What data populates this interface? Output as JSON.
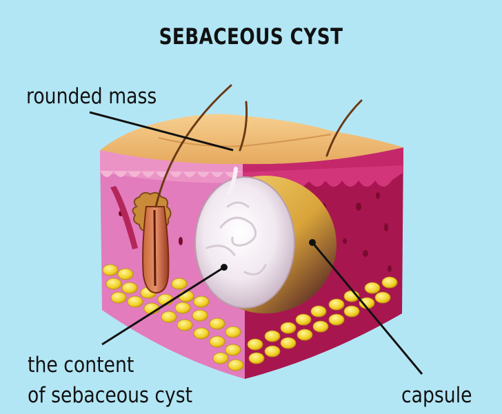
{
  "title": "SEBACEOUS CYST",
  "labels": {
    "rounded_mass": "rounded mass",
    "content_line1": "the content",
    "content_line2": "of sebaceous cyst",
    "capsule": "capsule"
  },
  "colors": {
    "background": "#b3e6f5",
    "epidermis": "#f0bd78",
    "dermis_left": "#e078b8",
    "dermis_right": "#b0175a",
    "fat": "#f2d22a",
    "cyst_content": "#f4eef4",
    "capsule": "#d8a43a",
    "hair": "#6a3a14"
  }
}
